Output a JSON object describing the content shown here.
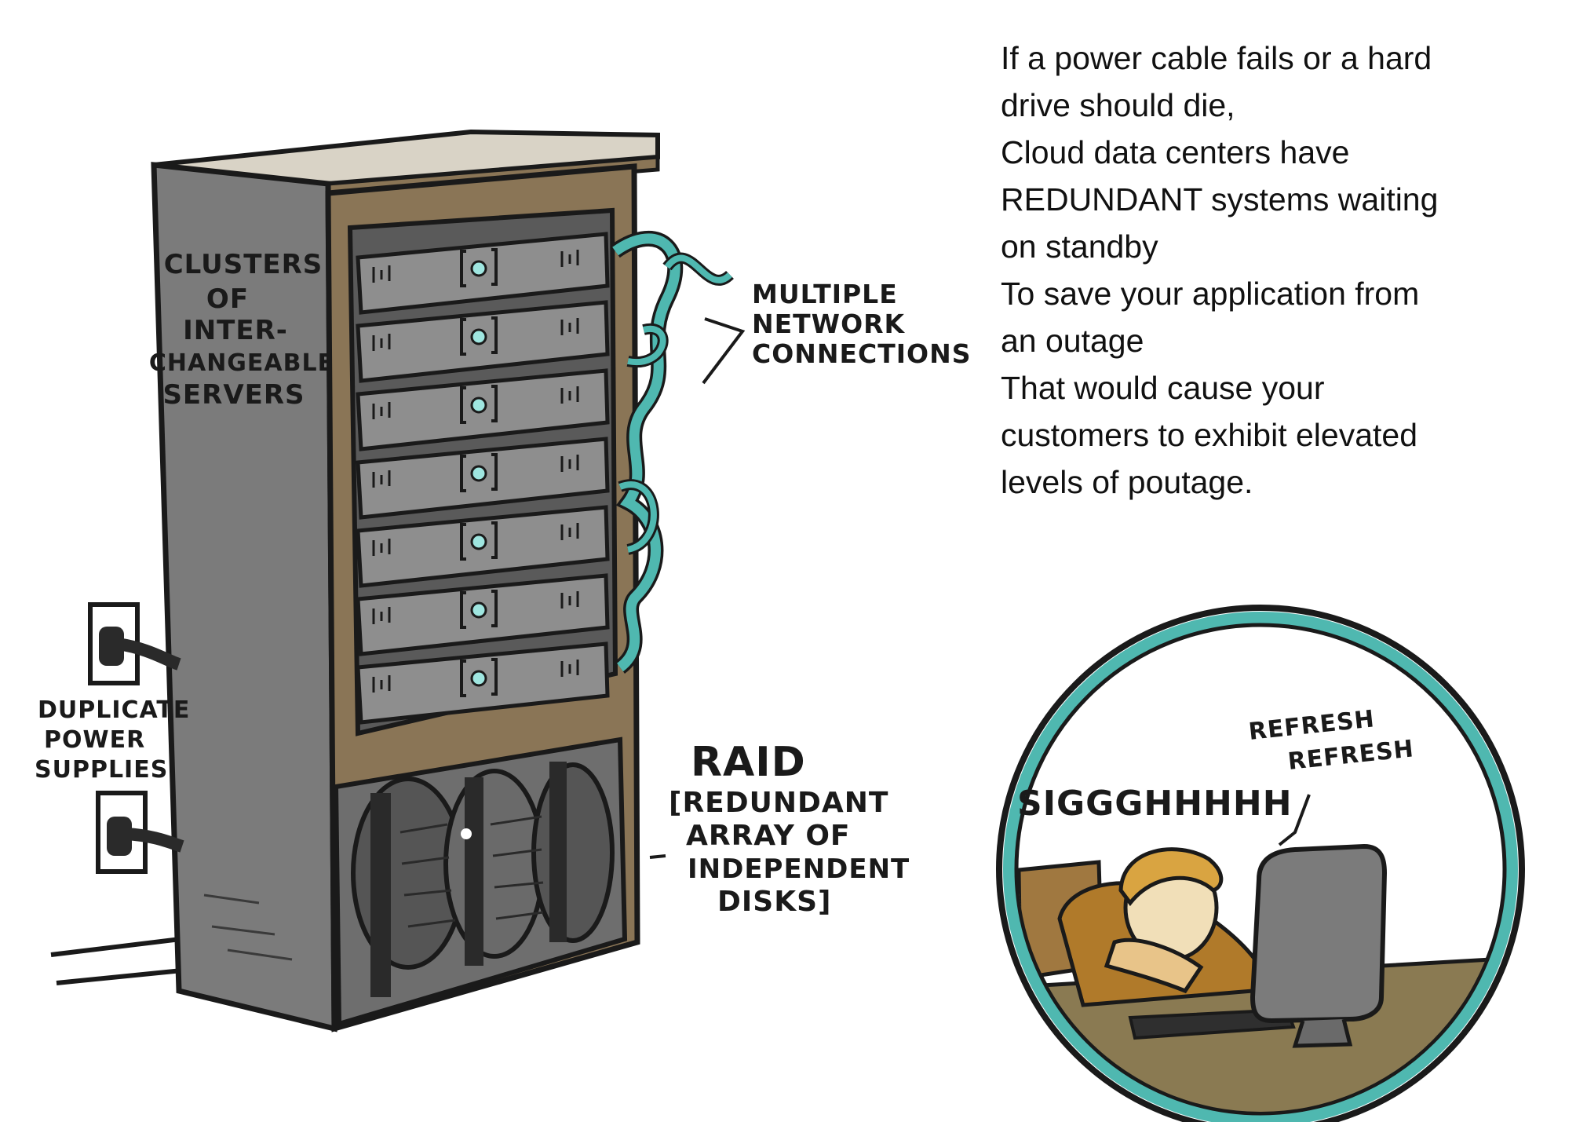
{
  "caption": {
    "lines": [
      "If a power cable fails or a hard",
      "drive should die,",
      "Cloud data centers have",
      "REDUNDANT systems waiting",
      "on standby",
      "To save your application from",
      "an outage",
      "That would cause your",
      "customers to exhibit elevated",
      "levels of poutage."
    ]
  },
  "labels": {
    "clusters": [
      "CLUSTERS",
      "OF",
      "INTER-",
      "CHANGEABLE",
      "SERVERS"
    ],
    "network": [
      "MULTIPLE",
      "NETWORK",
      "CONNECTIONS"
    ],
    "power": [
      "DUPLICATE",
      "POWER",
      "SUPPLIES"
    ],
    "raid_title": "RAID",
    "raid": [
      "[REDUNDANT",
      "ARRAY OF",
      "INDEPENDENT",
      "DISKS]"
    ],
    "sigh": "SIGGGHHHHH",
    "refresh": [
      "REFRESH",
      "REFRESH"
    ]
  },
  "colors": {
    "teal": "#4fb8b0",
    "cabinet": "#8a7556",
    "server": "#8e8e8e",
    "side": "#7b7b7b",
    "led": "#9fe6e0",
    "hair": "#d9a441",
    "shirt": "#b07a2a",
    "desk": "#8a7a52"
  }
}
